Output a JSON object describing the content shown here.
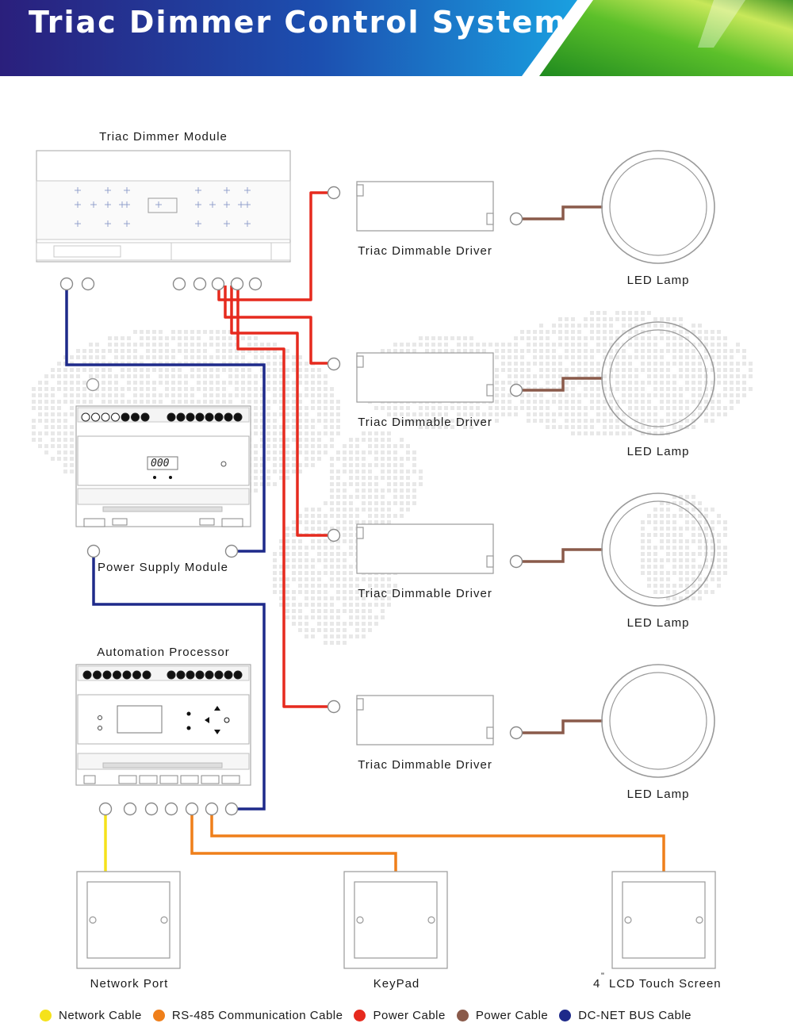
{
  "title": "Triac Dimmer Control System",
  "labels": {
    "triac_dimmer_module": "Triac Dimmer Module",
    "power_supply_module": "Power Supply Module",
    "automation_processor": "Automation Processor",
    "driver": "Triac Dimmable Driver",
    "lamp": "LED Lamp",
    "network_port": "Network Port",
    "keypad": "KeyPad",
    "lcd_prefix": "4",
    "lcd_suffix": "LCD Touch Screen"
  },
  "display_digits": "000",
  "legend": [
    {
      "label": "Network Cable",
      "color": "#f5e21b"
    },
    {
      "label": "RS-485 Communication Cable",
      "color": "#ef7f1a"
    },
    {
      "label": "Power Cable",
      "color": "#e62a1e"
    },
    {
      "label": "Power Cable",
      "color": "#8a5a4a"
    },
    {
      "label": "DC-NET BUS Cable",
      "color": "#1e2a8a"
    }
  ],
  "colors": {
    "network": "#f5e21b",
    "rs485": "#ef7f1a",
    "power_red": "#e62a1e",
    "power_brown": "#8a5a4a",
    "dcnet": "#1e2a8a"
  }
}
